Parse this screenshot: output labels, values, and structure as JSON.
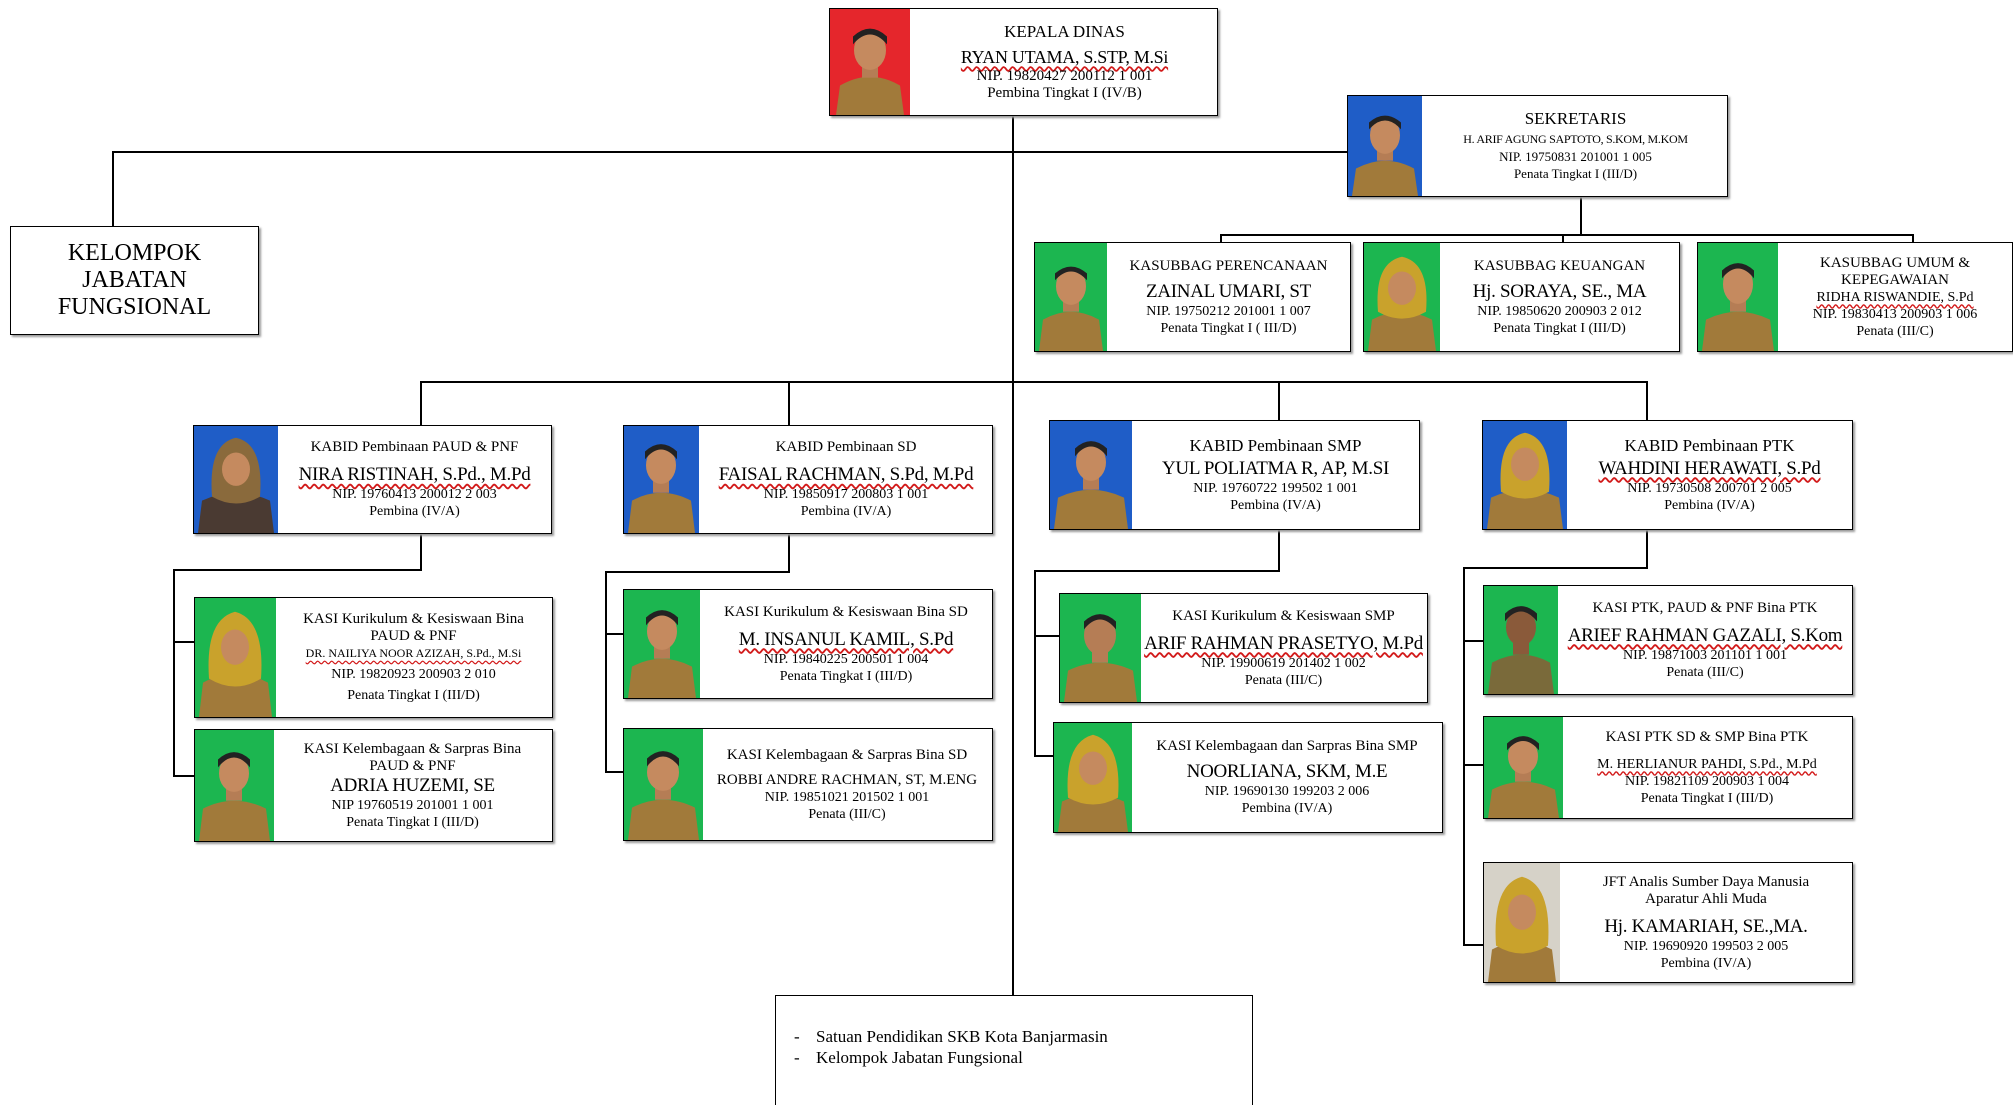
{
  "colors": {
    "bg_red": "#e5262c",
    "bg_blue": "#1f5dc7",
    "bg_green": "#1cb650",
    "skin": "#c58a5f",
    "uniform": "#a17a3a",
    "hijab": "#c9a22c"
  },
  "head": {
    "title": "KEPALA DINAS",
    "name": "RYAN UTAMA, S.STP, M.Si",
    "nip": "NIP. 19820427 200112 1 001",
    "rank": "Pembina Tingkat I (IV/B)"
  },
  "secretary": {
    "title": "SEKRETARIS",
    "name": "H. ARIF AGUNG SAPTOTO, S.KOM, M.KOM",
    "nip": "NIP. 19750831 201001 1 005",
    "rank": "Penata Tingkat I (III/D)"
  },
  "fungsional": {
    "line1": "KELOMPOK",
    "line2": "JABATAN",
    "line3": "FUNGSIONAL"
  },
  "kasubbag": [
    {
      "title": "KASUBBAG PERENCANAAN",
      "name": "ZAINAL UMARI, ST",
      "nip": "NIP. 19750212 201001 1 007",
      "rank": "Penata Tingkat I ( III/D)"
    },
    {
      "title": "KASUBBAG KEUANGAN",
      "name": "Hj. SORAYA, SE., MA",
      "nip": "NIP. 19850620 200903 2 012",
      "rank": "Penata Tingkat I (III/D)"
    },
    {
      "title": "KASUBBAG UMUM &",
      "title2": "KEPEGAWAIAN",
      "name": "RIDHA RISWANDIE, S.Pd",
      "nip": "NIP. 19830413 200903 1 006",
      "rank": "Penata (III/C)"
    }
  ],
  "kabid": [
    {
      "title": "KABID Pembinaan PAUD & PNF",
      "name": "NIRA RISTINAH, S.Pd., M.Pd",
      "nip": "NIP. 19760413 200012 2 003",
      "rank": "Pembina (IV/A)"
    },
    {
      "title": "KABID Pembinaan SD",
      "name": "FAISAL RACHMAN, S.Pd, M.Pd",
      "nip": "NIP. 19850917 200803 1 001",
      "rank": "Pembina (IV/A)"
    },
    {
      "title": "KABID Pembinaan SMP",
      "name": "YUL POLIATMA R, AP, M.SI",
      "nip": "NIP. 19760722 199502 1 001",
      "rank": "Pembina (IV/A)"
    },
    {
      "title": "KABID Pembinaan PTK",
      "name": "WAHDINI HERAWATI, S.Pd",
      "nip": "NIP. 19730508 200701 2 005",
      "rank": "Pembina (IV/A)"
    }
  ],
  "kasi": {
    "paud1": {
      "title": "KASI Kurikulum & Kesiswaan Bina",
      "title2": "PAUD & PNF",
      "name": "DR. NAILIYA NOOR AZIZAH, S.Pd., M.Si",
      "nip": "NIP. 19820923 200903 2 010",
      "rank": "Penata Tingkat I (III/D)"
    },
    "paud2": {
      "title": "KASI Kelembagaan & Sarpras Bina",
      "title2": "PAUD & PNF",
      "name": "ADRIA HUZEMI, SE",
      "nip": "NIP 19760519 201001 1 001",
      "rank": "Penata Tingkat I (III/D)"
    },
    "sd1": {
      "title": "KASI Kurikulum & Kesiswaan Bina SD",
      "name": "M. INSANUL KAMIL, S.Pd",
      "nip": "NIP. 19840225 200501 1 004",
      "rank": "Penata Tingkat I (III/D)"
    },
    "sd2": {
      "title": "KASI Kelembagaan  & Sarpras Bina SD",
      "name": "ROBBI ANDRE RACHMAN, ST, M.ENG",
      "nip": "NIP. 19851021 201502 1 001",
      "rank": "Penata (III/C)"
    },
    "smp1": {
      "title": "KASI Kurikulum & Kesiswaan SMP",
      "name": "ARIF RAHMAN PRASETYO, M.Pd",
      "nip": "NIP. 19900619 201402 1 002",
      "rank": "Penata (III/C)"
    },
    "smp2": {
      "title": "KASI Kelembagaan dan Sarpras Bina SMP",
      "name": "NOORLIANA, SKM, M.E",
      "nip": "NIP. 19690130 199203 2 006",
      "rank": "Pembina (IV/A)"
    },
    "ptk1": {
      "title": "KASI PTK, PAUD & PNF Bina PTK",
      "name": "ARIEF RAHMAN GAZALI, S.Kom",
      "nip": "NIP. 19871003 201101 1 001",
      "rank": "Penata (III/C)"
    },
    "ptk2": {
      "title": "KASI PTK SD & SMP Bina PTK",
      "name": "M. HERLIANUR PAHDI, S.Pd., M.Pd",
      "nip": "NIP. 19821109 200903 1 004",
      "rank": "Penata Tingkat I (III/D)"
    },
    "jft": {
      "title": "JFT Analis Sumber Daya Manusia",
      "title2": "Aparatur Ahli Muda",
      "name": "Hj. KAMARIAH, SE.,MA.",
      "nip": "NIP. 19690920 199503 2 005",
      "rank": "Pembina (IV/A)"
    }
  },
  "bottom": {
    "item1": "Satuan Pendidikan SKB Kota Banjarmasin",
    "item2": "Kelompok Jabatan Fungsional"
  }
}
